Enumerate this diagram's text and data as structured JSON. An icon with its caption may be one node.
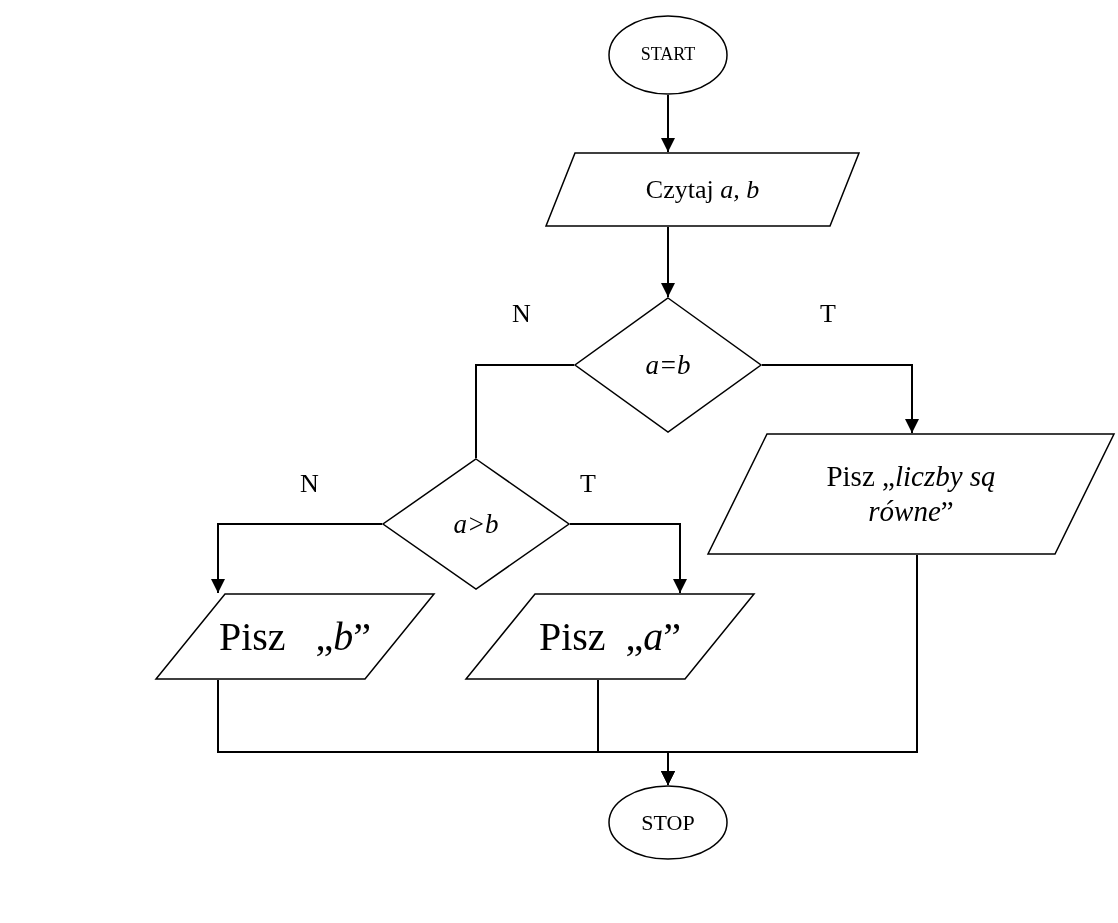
{
  "diagram": {
    "nodes": [
      {
        "text": [
          "START"
        ]
      },
      {
        "text": [
          "Czytaj *a, b*"
        ]
      },
      {
        "text": [
          "a=b"
        ]
      },
      {
        "text": [
          "a>b"
        ]
      },
      {
        "text": [
          "Pisz „*liczby są równe*”"
        ]
      },
      {
        "text": [
          "Pisz   „*b*”"
        ]
      },
      {
        "text": [
          "Pisz  „*a*”"
        ]
      },
      {
        "text": [
          "STOP"
        ]
      }
    ],
    "edges": [
      {
        "from": 0,
        "to": 1,
        "arrow": "to"
      },
      {
        "from": 1,
        "to": 2,
        "arrow": "to"
      },
      {
        "from": 2,
        "to": 3,
        "arrow": "none",
        "label": "N"
      },
      {
        "from": 2,
        "to": 4,
        "arrow": "to",
        "label": "T"
      },
      {
        "from": 3,
        "to": 5,
        "arrow": "to",
        "label": "N"
      },
      {
        "from": 3,
        "to": 6,
        "arrow": "to",
        "label": "T"
      },
      {
        "from": 5,
        "to": 7,
        "arrow": "to"
      },
      {
        "from": 6,
        "to": 7,
        "arrow": "to"
      },
      {
        "from": 4,
        "to": 7,
        "arrow": "to"
      }
    ]
  }
}
